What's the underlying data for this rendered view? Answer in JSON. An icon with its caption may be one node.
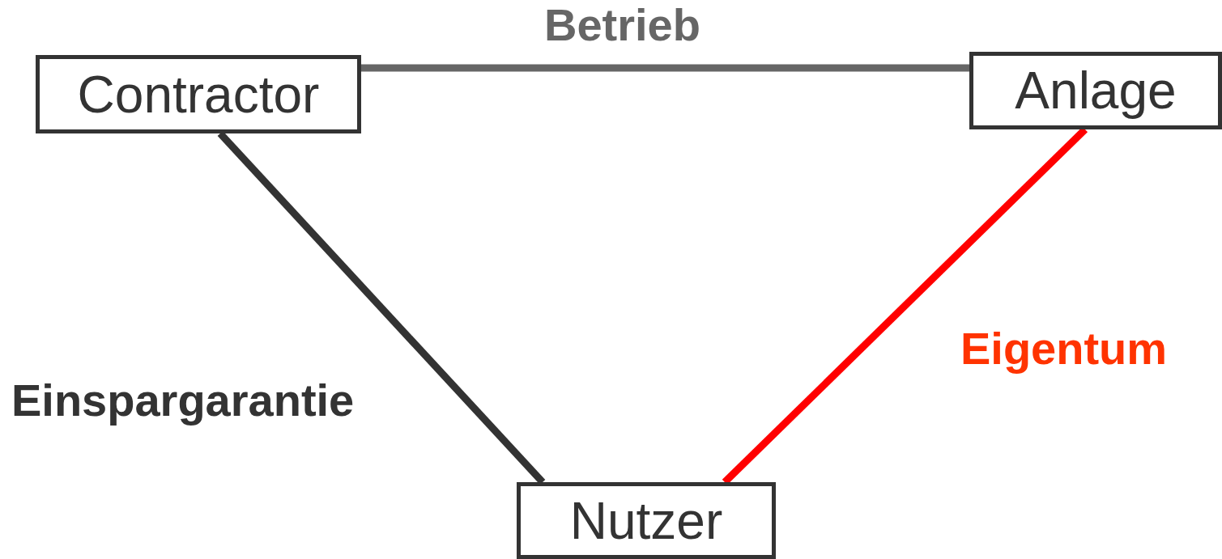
{
  "diagram": {
    "nodes": [
      {
        "text": [
          "Contractor"
        ]
      },
      {
        "text": [
          "Anlage"
        ]
      },
      {
        "text": [
          "Nutzer"
        ]
      }
    ],
    "edges": [
      {
        "from": 0,
        "to": 1,
        "arrow": "none",
        "label": "Betrieb",
        "color": "#666666"
      },
      {
        "from": 0,
        "to": 2,
        "arrow": "none",
        "label": "Einspargarantie",
        "color": "#333333"
      },
      {
        "from": 1,
        "to": 2,
        "arrow": "none",
        "label": "Eigentum",
        "color": "#ff0000"
      }
    ]
  }
}
